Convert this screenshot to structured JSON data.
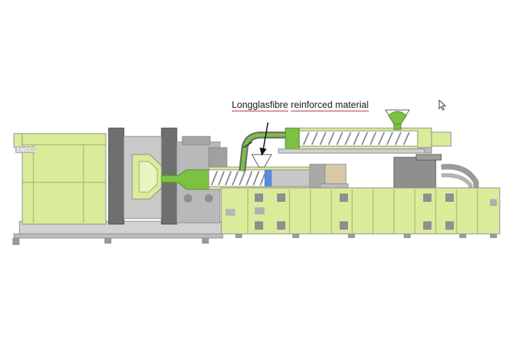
{
  "annotation": {
    "line1": "Longglasfibre",
    "line2": "reinforced material"
  },
  "brand_mark": "ENGEL",
  "icons": [
    "mouse-cursor-icon"
  ],
  "colors": {
    "machine_green": "#d9ec9a",
    "melt_green": "#7cc142",
    "steel_dark": "#6f6f6f",
    "steel_light": "#bdbdbd",
    "outline": "#8a8a8a"
  }
}
